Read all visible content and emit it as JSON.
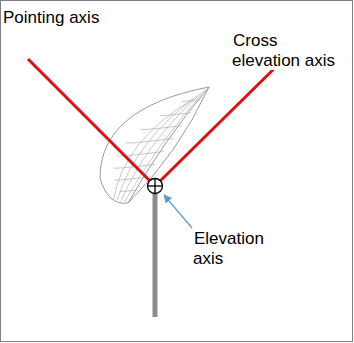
{
  "diagram": {
    "labels": [
      "Pointing axis",
      "Cross elevation axis",
      "Elevation axis"
    ]
  }
}
